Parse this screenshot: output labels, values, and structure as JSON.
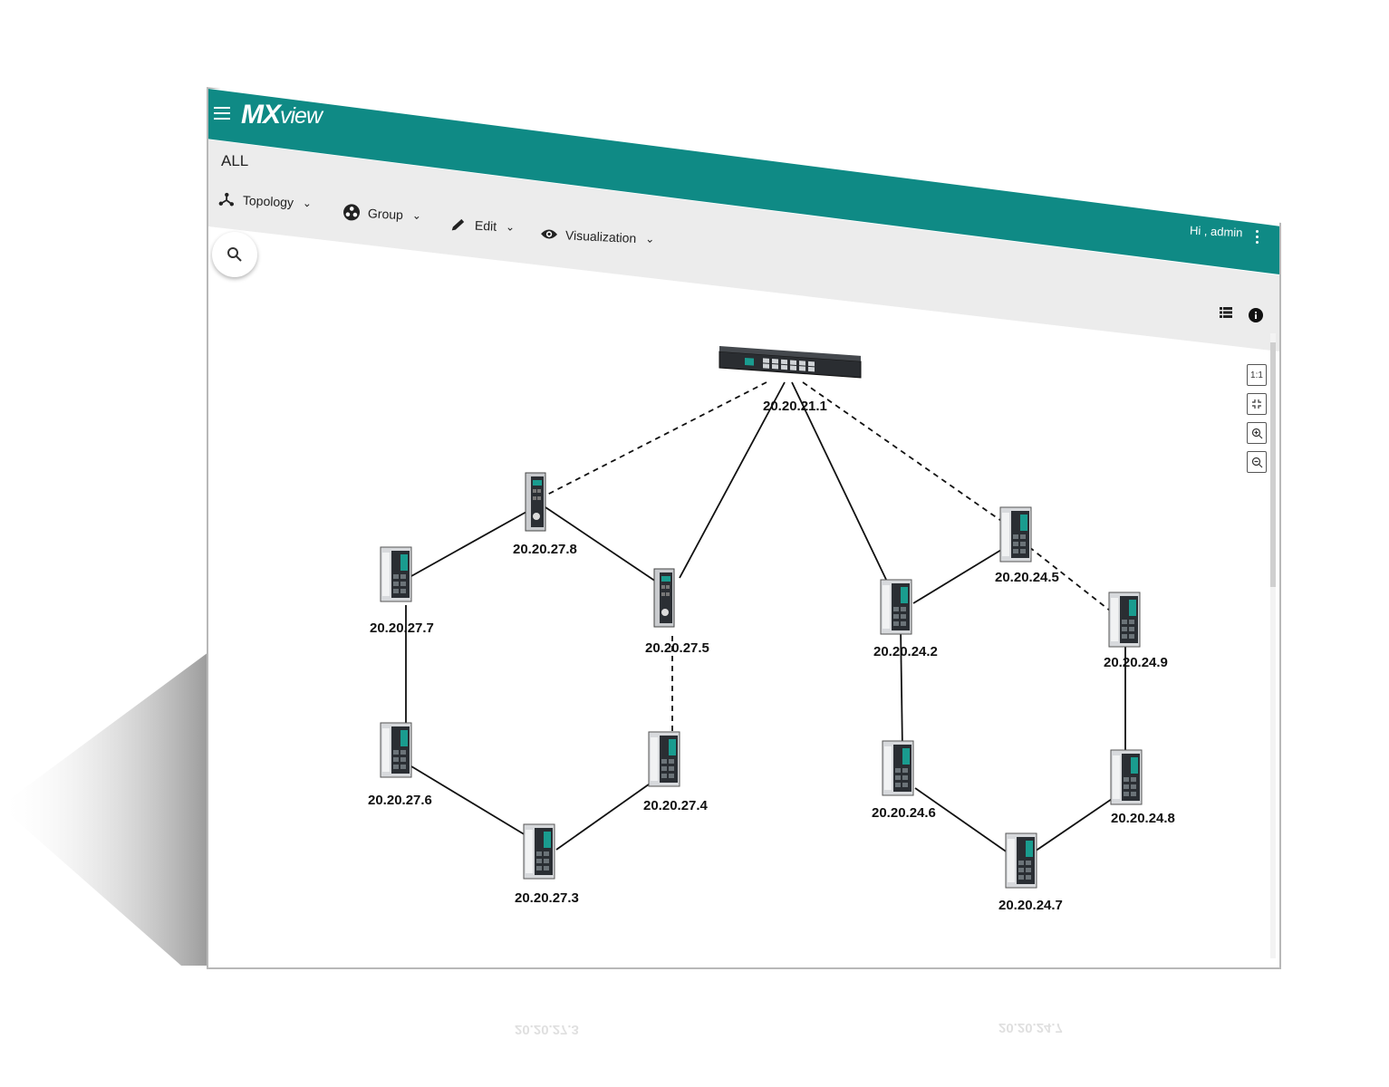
{
  "app": {
    "logo_mx": "MX",
    "logo_view": "view",
    "breadcrumb": "ALL",
    "greeting": "Hi , admin"
  },
  "toolbar": {
    "items": [
      {
        "label": "Topology",
        "icon": "topology-icon"
      },
      {
        "label": "Group",
        "icon": "group-icon"
      },
      {
        "label": "Edit",
        "icon": "pencil-icon"
      },
      {
        "label": "Visualization",
        "icon": "eye-icon"
      }
    ]
  },
  "zoom": {
    "one_to_one": "1:1"
  },
  "topology": {
    "root": "20.20.21.1",
    "ring_left": [
      "20.20.27.8",
      "20.20.27.7",
      "20.20.27.5",
      "20.20.27.6",
      "20.20.27.4",
      "20.20.27.3"
    ],
    "ring_right": [
      "20.20.24.5",
      "20.20.24.2",
      "20.20.24.9",
      "20.20.24.6",
      "20.20.24.8",
      "20.20.24.7"
    ]
  },
  "reflections": [
    "20.20.27.3",
    "20.20.24.7"
  ],
  "colors": {
    "accent": "#0f8a85",
    "subbar": "#ececec"
  }
}
